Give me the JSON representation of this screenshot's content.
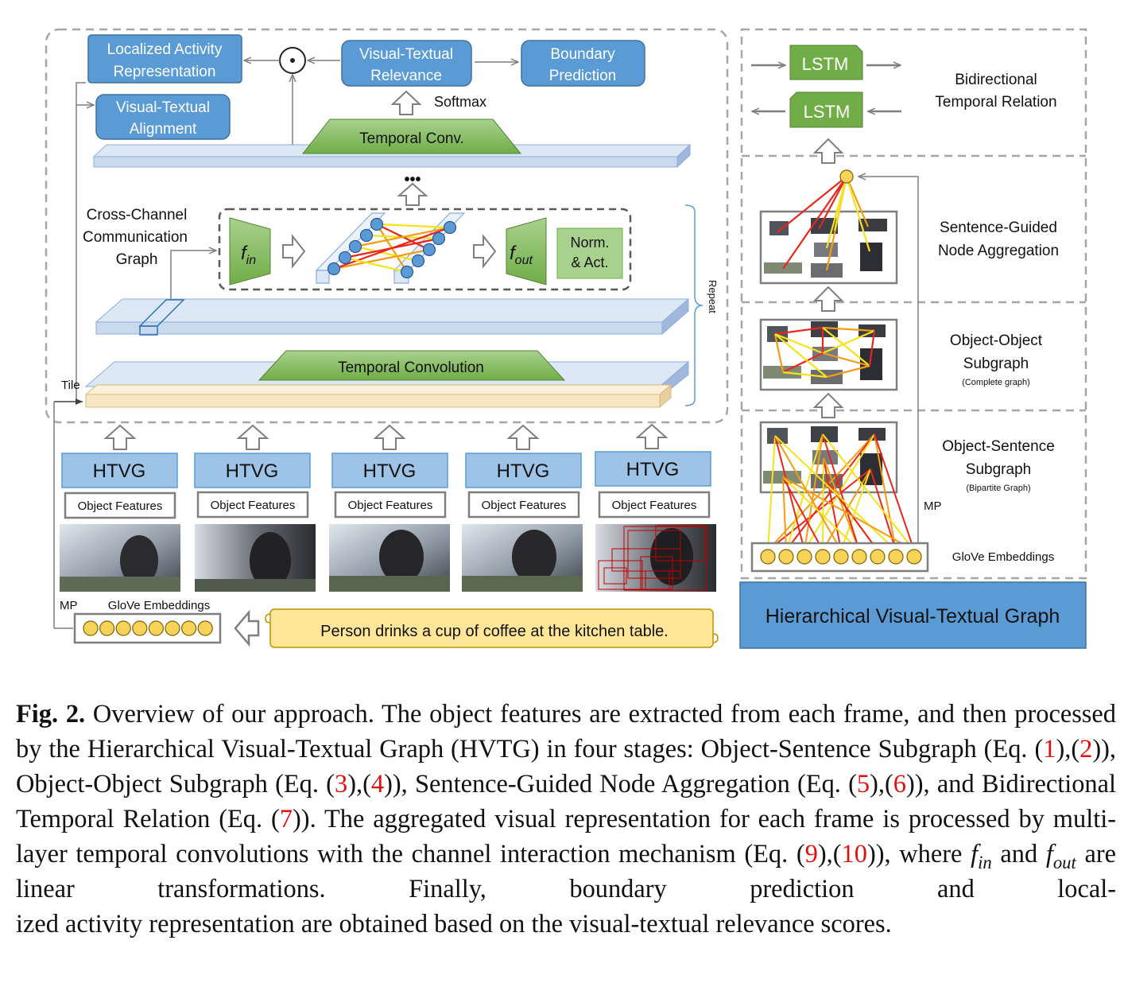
{
  "figure": {
    "top": {
      "localized_activity": [
        "Localized Activity",
        "Representation"
      ],
      "visual_textual_alignment": [
        "Visual-Textual",
        "Alignment"
      ],
      "visual_textual_relevance": [
        "Visual-Textual",
        "Relevance"
      ],
      "boundary_prediction": [
        "Boundary",
        "Prediction"
      ],
      "dot_operator": "⊙",
      "softmax": "Softmax",
      "temporal_conv_short": "Temporal Conv.",
      "ellipsis": "•••"
    },
    "middle": {
      "ccc_graph": [
        "Cross-Channel",
        "Communication",
        "Graph"
      ],
      "f_in": "f",
      "f_in_sub": "in",
      "f_out": "f",
      "f_out_sub": "out",
      "norm_act": [
        "Norm.",
        "& Act."
      ],
      "repeat": "Repeat",
      "temporal_convolution": "Temporal Convolution",
      "tile": "Tile"
    },
    "bottom": {
      "htvg_label": "HTVG",
      "object_features_label": "Object Features",
      "frame_count": 5,
      "mp": "MP",
      "glove_embeddings": "GloVe Embeddings",
      "glove_circle_count": 8,
      "sentence": "Person drinks a cup of coffee at the kitchen table."
    },
    "right": {
      "lstm_label": "LSTM",
      "bidirectional": [
        "Bidirectional",
        "Temporal Relation"
      ],
      "sentence_guided": [
        "Sentence-Guided",
        "Node Aggregation"
      ],
      "object_object": [
        "Object-Object",
        "Subgraph"
      ],
      "object_object_note": "(Complete graph)",
      "object_sentence": [
        "Object-Sentence",
        "Subgraph"
      ],
      "object_sentence_note": "(Bipartite Graph)",
      "mp": "MP",
      "glove_embeddings": "GloVe Embeddings",
      "glove_circle_count": 9,
      "title": "Hierarchical Visual-Textual Graph"
    },
    "colors": {
      "blue_box": "#5b9bd5",
      "green": "#70ad47",
      "slab_blue": "#c9daef",
      "slab_tan": "#f7e6c4",
      "edge_red": "#e8261c",
      "edge_orange": "#f39c12",
      "edge_yellow": "#f7e21c",
      "node_yellow": "#f7d35a",
      "dashed_gray": "#a6a6a6"
    }
  },
  "caption": {
    "label": "Fig. 2.",
    "lines": [
      [
        " Overview of our approach. The object features are extracted from each"
      ],
      [
        "frame, and then processed by the Hierarchical Visual-Textual Graph (HVTG) in four"
      ],
      [
        "stages: Object-Sentence Subgraph (Eq. (",
        "1",
        "),(",
        "2",
        ")), Object-Object Subgraph (Eq. (",
        "3",
        "),(",
        "4",
        ")),"
      ],
      [
        "Sentence-Guided Node Aggregation (Eq. (",
        "5",
        "),(",
        "6",
        ")), and Bidirectional Temporal Relation"
      ],
      [
        "(Eq. (",
        "7",
        ")). The aggregated visual representation for each frame is processed by multi-"
      ],
      [
        "layer temporal convolutions with the channel interaction mechanism (Eq. (",
        "9",
        "),(",
        "10",
        ")),"
      ],
      [
        "where ",
        "f",
        "in",
        " and ",
        "f",
        "out",
        " are linear transformations. Finally, boundary prediction and local-"
      ],
      [
        "ized activity representation are obtained based on the visual-textual relevance scores."
      ]
    ]
  }
}
